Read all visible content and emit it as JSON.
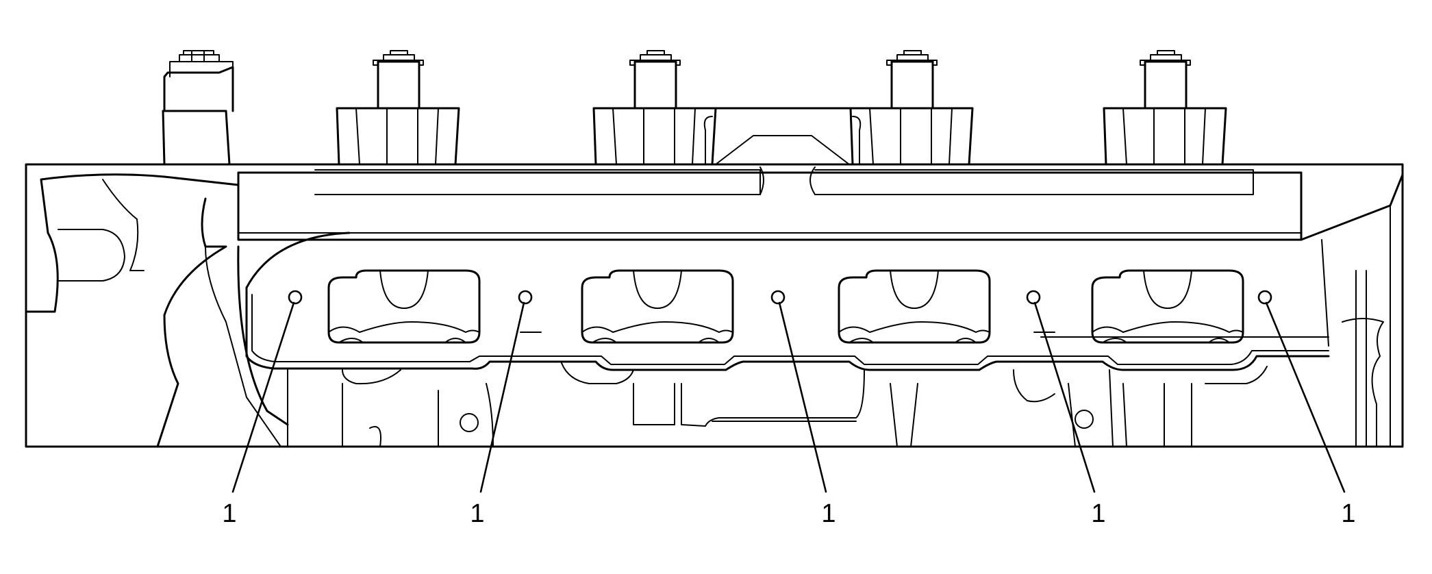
{
  "callouts": [
    {
      "label": "1"
    },
    {
      "label": "1"
    },
    {
      "label": "1"
    },
    {
      "label": "1"
    },
    {
      "label": "1"
    }
  ]
}
